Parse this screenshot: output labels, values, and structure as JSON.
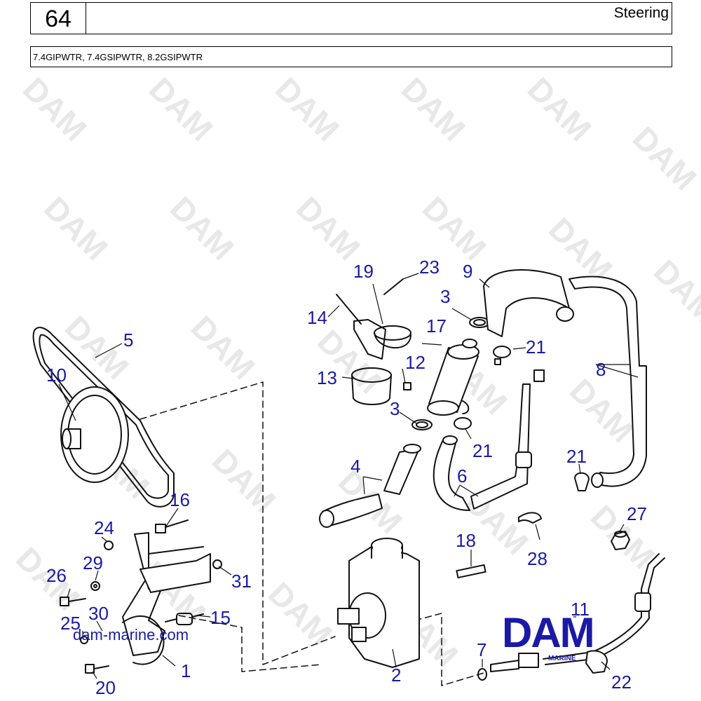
{
  "header": {
    "page_number": "64",
    "title": "Steering",
    "models": "7.4GIPWTR, 7.4GSIPWTR, 8.2GSIPWTR"
  },
  "watermark": "DAM",
  "site": "dam-marine.com",
  "brand": {
    "name": "DAM",
    "tagline": "MARINE"
  },
  "callouts": {
    "c1": "1",
    "c2": "2",
    "c3a": "3",
    "c3b": "3",
    "c4": "4",
    "c5": "5",
    "c6": "6",
    "c7": "7",
    "c8": "8",
    "c9": "9",
    "c10": "10",
    "c11": "11",
    "c12": "12",
    "c13": "13",
    "c14": "14",
    "c15": "15",
    "c16": "16",
    "c17": "17",
    "c18": "18",
    "c19": "19",
    "c20": "20",
    "c21a": "21",
    "c21b": "21",
    "c21c": "21",
    "c22": "22",
    "c23": "23",
    "c24": "24",
    "c25": "25",
    "c26": "26",
    "c27": "27",
    "c28": "28",
    "c29": "29",
    "c30": "30",
    "c31": "31"
  },
  "colors": {
    "callout": "#1a1aa6",
    "line": "#111111",
    "watermark": "#e8e8e8"
  }
}
